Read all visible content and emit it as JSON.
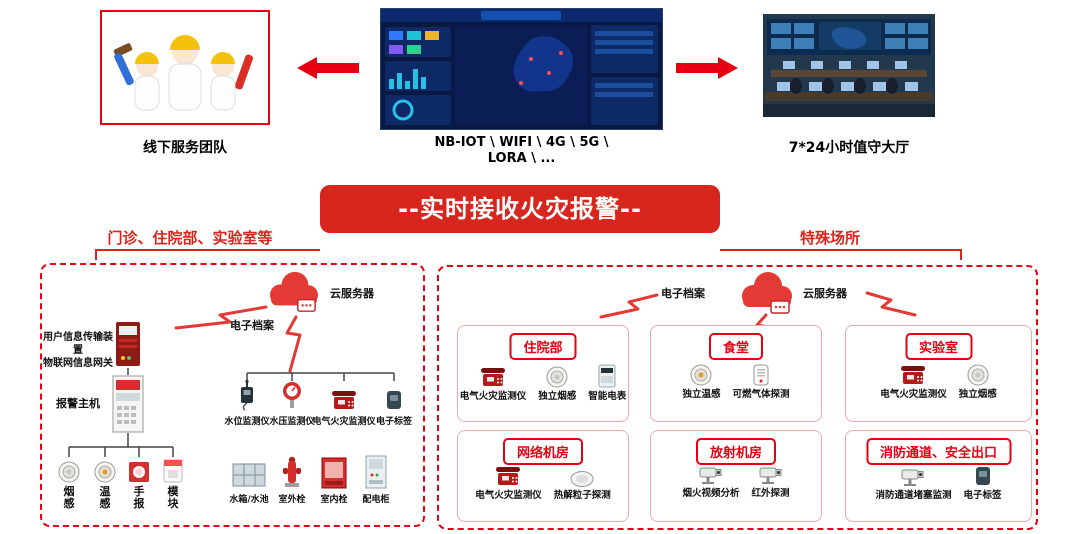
{
  "colors": {
    "accent_red": "#e60012",
    "banner_red": "#d7261d"
  },
  "top": {
    "left_caption": "线下服务团队",
    "center_caption_line1": "NB-IOT \\ WIFI \\ 4G \\ 5G \\",
    "center_caption_line2": "LORA \\ ...",
    "right_caption": "7*24小时值守大厅"
  },
  "banner": {
    "text": "--实时接收火灾报警--"
  },
  "sections": {
    "left_label": "门诊、住院部、实验室等",
    "right_label": "特殊场所"
  },
  "left_panel": {
    "cloud_label": "云服务器",
    "archive_label": "电子档案",
    "gateway_label_line1": "用户信息传输装置",
    "gateway_label_line2": "物联网信息网关",
    "alarm_host_label": "报警主机",
    "sensors": [
      "烟感",
      "温感",
      "手报",
      "模块"
    ],
    "monitors": [
      "水位监测仪",
      "水压监测仪",
      "电气火灾监测仪",
      "电子标签"
    ],
    "equipment": [
      "水箱/水池",
      "室外栓",
      "室内栓",
      "配电柜"
    ]
  },
  "right_panel": {
    "cloud_label": "云服务器",
    "archive_label": "电子档案",
    "rooms": [
      {
        "title": "住院部",
        "devices": [
          "电气火灾监测仪",
          "独立烟感",
          "智能电表"
        ]
      },
      {
        "title": "食堂",
        "devices": [
          "独立温感",
          "可燃气体探测"
        ]
      },
      {
        "title": "实验室",
        "devices": [
          "电气火灾监测仪",
          "独立烟感"
        ]
      },
      {
        "title": "网络机房",
        "devices": [
          "电气火灾监测仪",
          "热解粒子探测"
        ]
      },
      {
        "title": "放射机房",
        "devices": [
          "烟火视频分析",
          "红外探测"
        ]
      },
      {
        "title": "消防通道、安全出口",
        "devices": [
          "消防通道堵塞监测",
          "电子标签"
        ]
      }
    ]
  }
}
